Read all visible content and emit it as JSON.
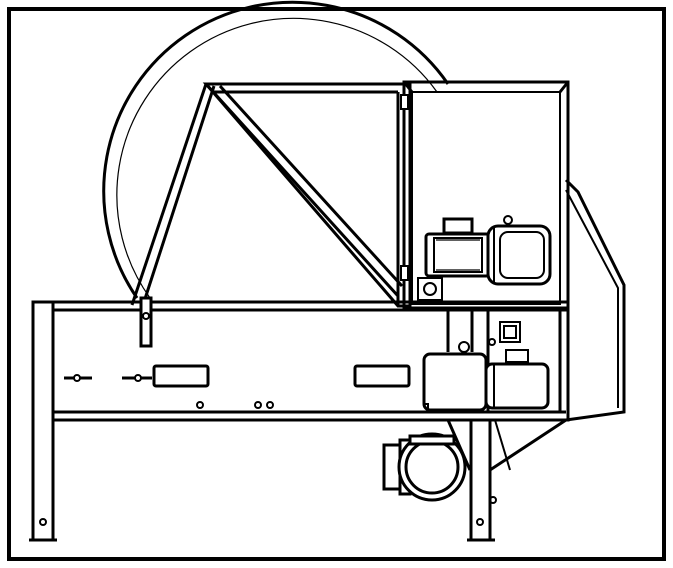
{
  "drawing": {
    "subject": "machine-frame-technical-line-drawing",
    "colors": {
      "line": "#000000",
      "background": "#ffffff"
    },
    "components": [
      "outer-border",
      "rotating-drum-arc",
      "upper-triangular-frame",
      "control-cabinet",
      "upper-motor",
      "lower-motor",
      "worktable-frame",
      "side-housing",
      "pump",
      "support-legs"
    ]
  }
}
